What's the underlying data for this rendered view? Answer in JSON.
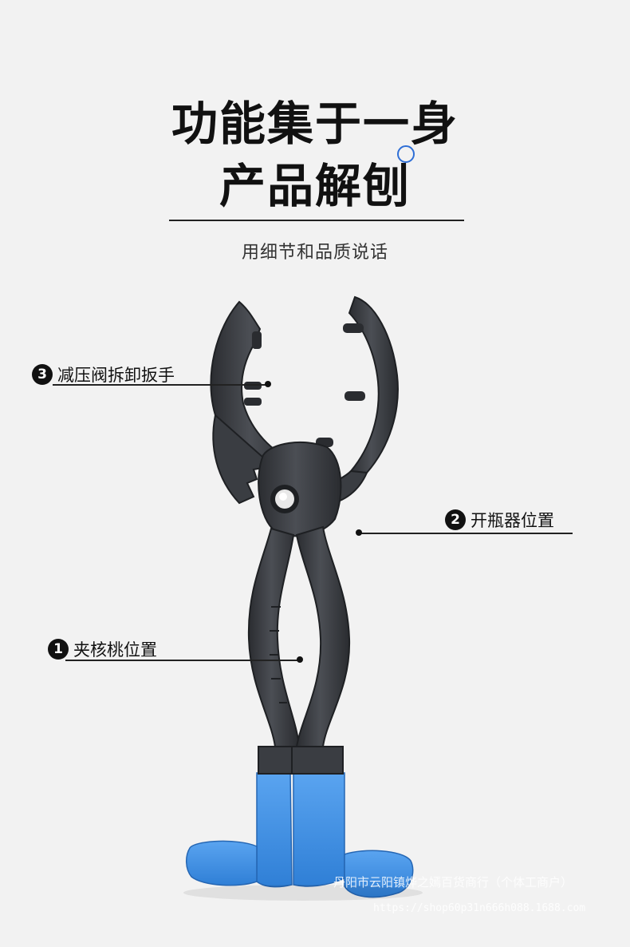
{
  "header": {
    "title_line1": "功能集于一身",
    "title_line2": "产品解刨",
    "subtitle": "用细节和品质说话"
  },
  "callouts": [
    {
      "number": "3",
      "label": "减压阀拆卸扳手"
    },
    {
      "number": "2",
      "label": "开瓶器位置"
    },
    {
      "number": "1",
      "label": "夹核桃位置"
    }
  ],
  "watermark": {
    "shop_name": "丹阳市云阳镇烨之嫣百货商行（个体工商户）",
    "url": "https://shop60p31n666h088.1688.com"
  },
  "colors": {
    "background": "#f2f2f2",
    "tool_body": "#3d4045",
    "tool_edge": "#1e2023",
    "tool_grip": "#3f8fe3",
    "accent_circle": "#2f6fd6"
  },
  "icons": {
    "product": "pliers-wrench-tool-image"
  }
}
